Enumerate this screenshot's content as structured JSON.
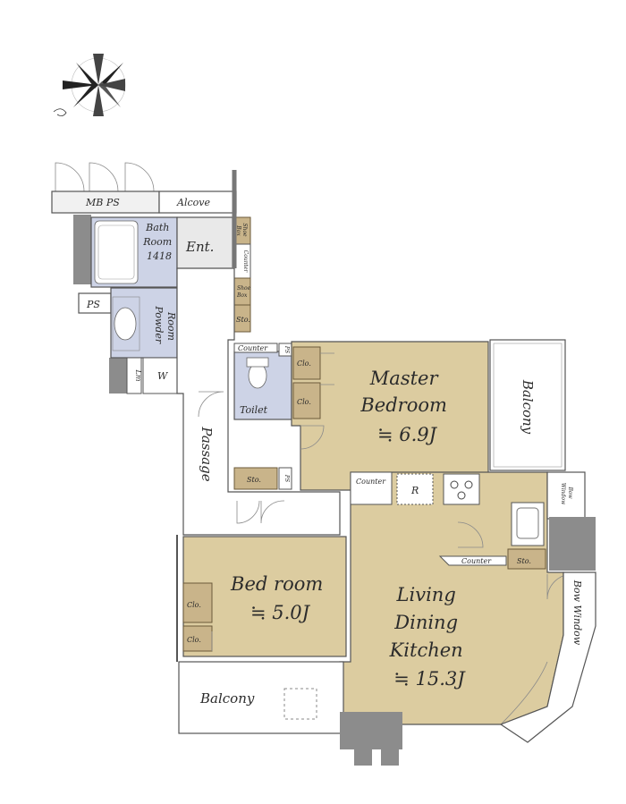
{
  "labels": {
    "mb_ps": "MB PS",
    "alcove": "Alcove",
    "bath": [
      "Bath",
      "Room",
      "1418"
    ],
    "shoe_box_1": [
      "Shoe",
      "Box"
    ],
    "ent": "Ent.",
    "counter_ent": "Counter",
    "shoe_box_2": [
      "Shoe",
      "Box"
    ],
    "sto_ent": "Sto.",
    "ps_bath": "PS",
    "powder_room": [
      "Powder",
      "Room"
    ],
    "lm": "Lm",
    "w": "W",
    "counter_toilet": "Counter",
    "ps_toilet": "PS",
    "toilet": "Toilet",
    "clo_master_1": "Clo.",
    "clo_master_2": "Clo.",
    "master_bedroom": [
      "Master",
      "Bedroom",
      "≒ 6.9J"
    ],
    "balcony_right": "Balcony",
    "passage": "Passage",
    "sto_passage": "Sto.",
    "ps_passage": "PS",
    "counter_kitchen": "Counter",
    "r": "R",
    "bow_window_small": [
      "Bow",
      "Window"
    ],
    "counter_ldk": "Counter",
    "sto_ldk": "Sto.",
    "bedroom": [
      "Bed room",
      "≒ 5.0J"
    ],
    "clo_bed_1": "Clo.",
    "clo_bed_2": "Clo.",
    "ldk": [
      "Living",
      "Dining",
      "Kitchen",
      "≒ 15.3J"
    ],
    "bow_window_right": "Bow Window",
    "balcony_bottom": "Balcony"
  },
  "colors": {
    "room": "#dccca0",
    "wet_area": "#cdd3e6",
    "storage": "#c9b48a",
    "column": "#8c8c8c",
    "wall": "#555555"
  }
}
